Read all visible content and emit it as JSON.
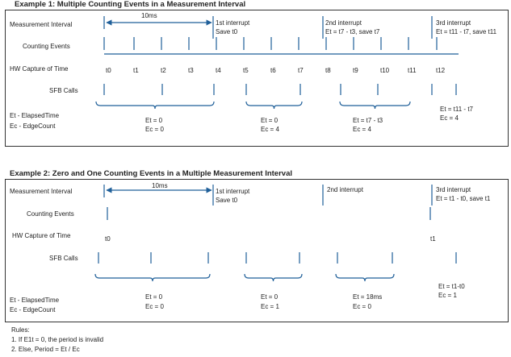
{
  "ex1": {
    "title": "Example 1: Multiple Counting Events in a Measurement Interval",
    "labels": {
      "measurement": "Measurement Interval",
      "counting": "Counting Events",
      "hw": "HW Capture of Time",
      "sfb": "SFB Calls"
    },
    "interval_label": "10ms",
    "interrupt1": {
      "line1": "1st interrupt",
      "line2": "Save t0"
    },
    "interrupt2": {
      "line1": "2nd interrupt",
      "line2": "Et = t7 - t3, save t7"
    },
    "interrupt3": {
      "line1": "3rd interrupt",
      "line2": "Et = t11 - t7, save t11"
    },
    "ticks": [
      "t0",
      "t1",
      "t2",
      "t3",
      "t4",
      "t5",
      "t6",
      "t7",
      "t8",
      "t9",
      "t10",
      "t11",
      "t12"
    ],
    "legend": {
      "l1": "Et - ElapsedTime",
      "l2": "Ec - EdgeCount"
    },
    "groups": [
      {
        "a": "Et = 0",
        "b": "Ec = 0"
      },
      {
        "a": "Et = 0",
        "b": "Ec = 4"
      },
      {
        "a": "Et = t7 - t3",
        "b": "Ec = 4"
      },
      {
        "a": "Et = t11 - t7",
        "b": "Ec = 4"
      }
    ]
  },
  "ex2": {
    "title": "Example 2: Zero and One Counting Events in a Multiple Measurement Interval",
    "labels": {
      "measurement": "Measurement Interval",
      "counting": "Counting Events",
      "hw": "HW Capture of Time",
      "sfb": "SFB Calls"
    },
    "interval_label": "10ms",
    "interrupt1": {
      "line1": "1st interrupt",
      "line2": "Save t0"
    },
    "interrupt2": {
      "line1": "2nd interrupt"
    },
    "interrupt3": {
      "line1": "3rd interrupt",
      "line2": "Et = t1 - t0, save t1"
    },
    "ticks": [
      "t0",
      "t1"
    ],
    "legend": {
      "l1": "Et - ElapsedTime",
      "l2": "Ec - EdgeCount"
    },
    "groups": [
      {
        "a": "Et = 0",
        "b": "Ec = 0"
      },
      {
        "a": "Et = 0",
        "b": "Ec = 1"
      },
      {
        "a": "Et = 18ms",
        "b": "Ec = 0"
      },
      {
        "a": "Et = t1-t0",
        "b": "Ec = 1"
      }
    ]
  },
  "rules": {
    "heading": "Rules:",
    "r1": "1.   If E1t = 0, the period is invalid",
    "r2": "2.   Else, Period = Et / Ec"
  },
  "colors": {
    "line": "#1f5f99",
    "border": "#333333"
  }
}
